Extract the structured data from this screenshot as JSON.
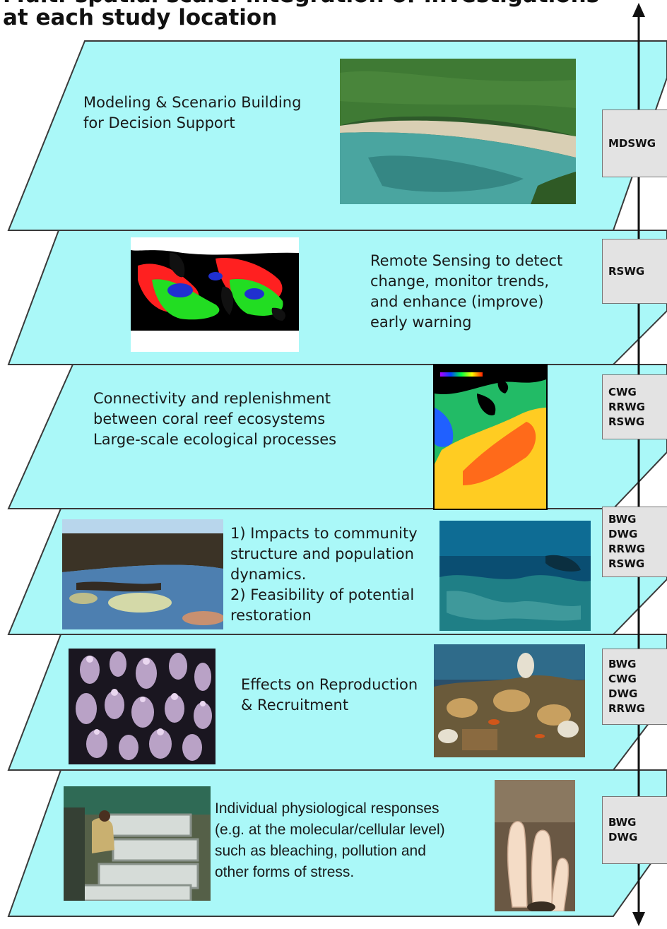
{
  "title": {
    "line1": "Multi-spatial scale: integration of investigations",
    "line2": "at each study location"
  },
  "levels": [
    {
      "label": "Modeling & Scenario Building\nfor Decision Support",
      "groups": [
        "MDSWG"
      ],
      "photos": [
        "beach-bay-photo"
      ]
    },
    {
      "label": "Remote Sensing to detect\nchange, monitor trends,\nand enhance (improve)\nearly warning",
      "groups": [
        "RSWG"
      ],
      "photos": [
        "world-sst-map"
      ]
    },
    {
      "label": "Connectivity and replenishment\nbetween coral reef ecosystems\nLarge-scale ecological processes",
      "groups": [
        "CWG",
        "RRWG",
        "RSWG"
      ],
      "photos": [
        "gulf-stream-sst-map"
      ]
    },
    {
      "label": "1) Impacts to community\nstructure and population\ndynamics.\n2) Feasibility of potential\nrestoration",
      "groups": [
        "BWG",
        "DWG",
        "RRWG",
        "RSWG"
      ],
      "photos": [
        "reef-flat-photo",
        "underwater-reef-photo"
      ]
    },
    {
      "label": "Effects on Reproduction\n& Recruitment",
      "groups": [
        "BWG",
        "CWG",
        "DWG",
        "RRWG"
      ],
      "photos": [
        "coral-polyps-photo",
        "fish-reef-photo"
      ]
    },
    {
      "label": "Individual physiological responses\n(e.g. at the molecular/cellular level)\nsuch as bleaching, pollution and\nother forms of stress.",
      "groups": [
        "BWG",
        "DWG"
      ],
      "photos": [
        "lab-tanks-photo",
        "coral-branch-photo"
      ]
    }
  ],
  "colors": {
    "plane_fill": "#aaf8f8",
    "plane_stroke": "#3a3a3a",
    "box_fill": "#e3e3e3",
    "axis": "#111111"
  }
}
